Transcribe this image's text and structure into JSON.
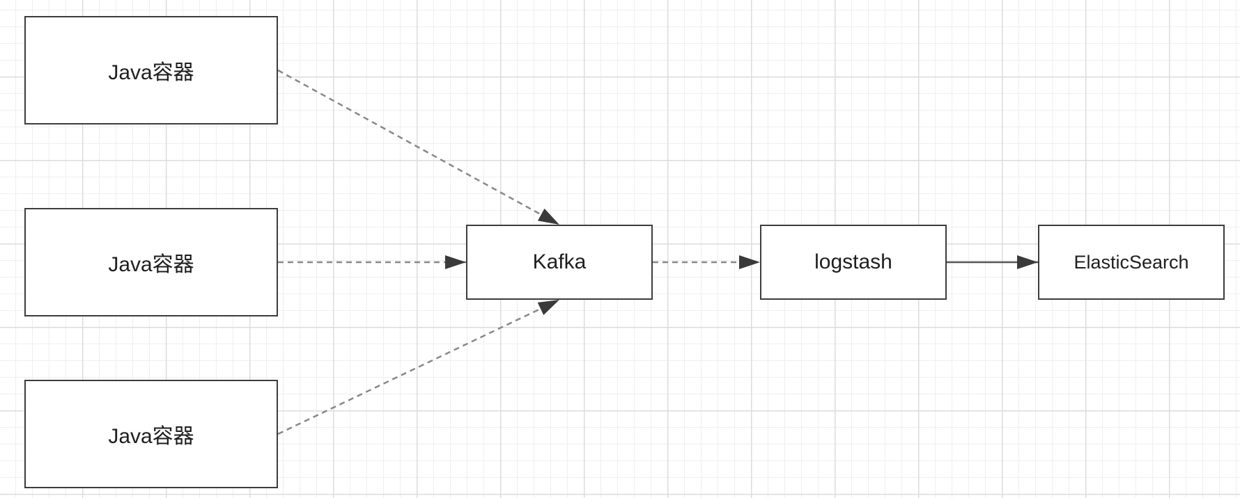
{
  "diagram": {
    "nodes": [
      {
        "id": "java1",
        "label": "Java容器"
      },
      {
        "id": "java2",
        "label": "Java容器"
      },
      {
        "id": "java3",
        "label": "Java容器"
      },
      {
        "id": "kafka",
        "label": "Kafka"
      },
      {
        "id": "logstash",
        "label": "logstash"
      },
      {
        "id": "es",
        "label": "ElasticSearch"
      }
    ],
    "edges": [
      {
        "from": "java1",
        "to": "kafka",
        "style": "dashed"
      },
      {
        "from": "java2",
        "to": "kafka",
        "style": "dashed"
      },
      {
        "from": "java3",
        "to": "kafka",
        "style": "dashed"
      },
      {
        "from": "kafka",
        "to": "logstash",
        "style": "dashed"
      },
      {
        "from": "logstash",
        "to": "es",
        "style": "solid"
      }
    ]
  },
  "colors": {
    "node_border": "#3c3c3c",
    "node_text": "#1e1e1e",
    "dashed_edge": "#888888",
    "solid_edge": "#555555",
    "arrowhead": "#3a3a3a",
    "grid_minor": "#efefef",
    "grid_major": "#dcdcdc",
    "background": "#ffffff"
  }
}
